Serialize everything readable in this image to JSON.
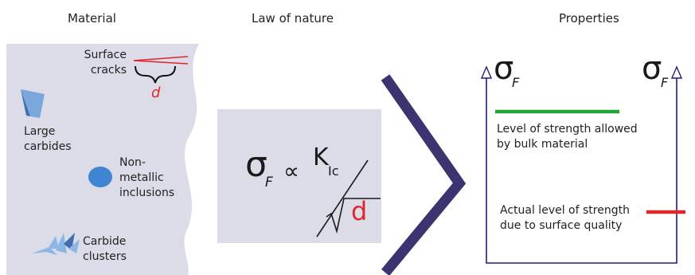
{
  "headings": {
    "material": "Material",
    "law": "Law of nature",
    "properties": "Properties"
  },
  "material": {
    "surface_cracks": [
      "Surface",
      "cracks"
    ],
    "crack_depth": "d",
    "large_carbides": [
      "Large",
      "carbides"
    ],
    "inclusions": [
      "Non-",
      "metallic",
      "inclusions"
    ],
    "carbide_clusters": [
      "Carbide",
      "clusters"
    ]
  },
  "law": {
    "sigma": "σ",
    "sigma_sub": "F",
    "propto": "∝",
    "k": "K",
    "k_sub": "Ic",
    "root": "√",
    "d": "d"
  },
  "properties": {
    "axis_left_symbol": "σ",
    "axis_left_sub": "F",
    "axis_right_symbol": "σ",
    "axis_right_sub": "F",
    "bulk_level": [
      "Level of strength allowed",
      "by bulk material"
    ],
    "actual_level": [
      "Actual level of strength",
      "due to surface quality"
    ]
  },
  "colors": {
    "panel_gray": "#dcdce8",
    "arrow_navy": "#3a3570",
    "crack_red": "#e0262a",
    "inclusion_blue": "#3f86d2",
    "bulk_green": "#22a33a",
    "actual_red": "#e0262a",
    "axis_navy": "#1e1e78"
  }
}
